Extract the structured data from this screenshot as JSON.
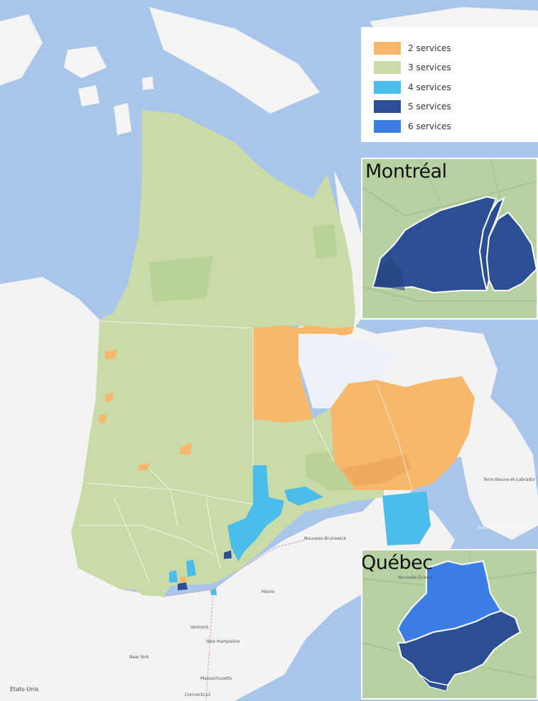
{
  "legend": {
    "items": [
      {
        "label": "2 services",
        "color": "#f7b86b"
      },
      {
        "label": "3 services",
        "color": "#c9dba6"
      },
      {
        "label": "4 services",
        "color": "#4bbdeb"
      },
      {
        "label": "5 services",
        "color": "#2c4f93"
      },
      {
        "label": "6 services",
        "color": "#3d7ee6"
      }
    ]
  },
  "insets": {
    "montreal": {
      "title": "Montréal"
    },
    "quebec": {
      "title": "Québec"
    }
  },
  "labels": {
    "nouveau_brunswick": "Nouveau-Brunswick",
    "maine": "Maine",
    "vermont": "Vermont",
    "new_hampshire": "New Hampshire",
    "new_york": "New York",
    "massachusetts": "Massachusetts",
    "connecticut": "Connecticut",
    "etats_unis": "États-Unis",
    "terre_neuve": "Terre-Neuve-et-Labrador",
    "saint_pierre": "Saint-Pierre-et-Miquelon",
    "nouvelle_ecosse": "Nouvelle-Écosse"
  },
  "colors": {
    "water": "#a9c6ea",
    "land": "#f3f3f3",
    "inset_land": "#b7d1a3"
  }
}
